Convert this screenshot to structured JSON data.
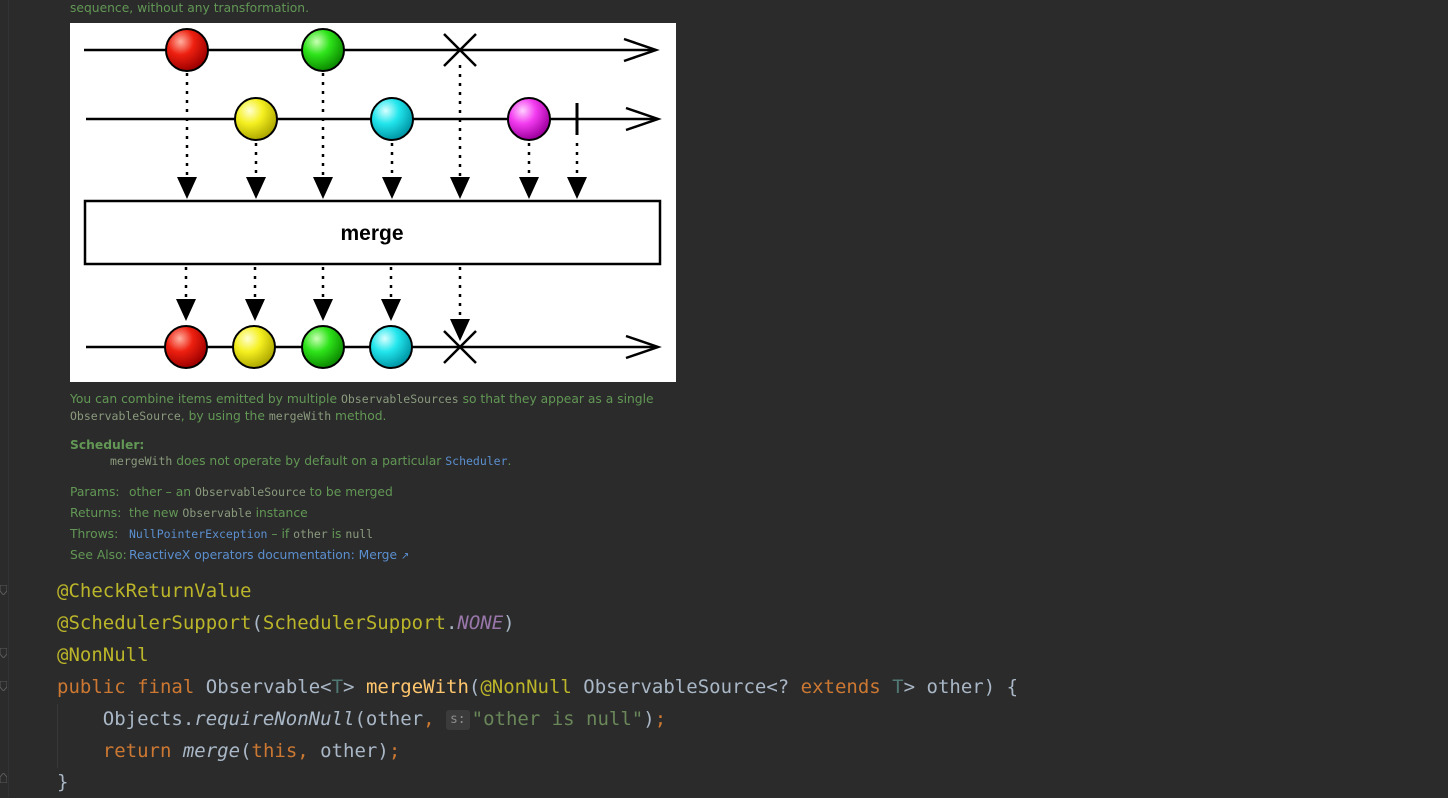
{
  "doc": {
    "top_line": "sequence, without any transformation.",
    "diagram": {
      "operator_label": "merge"
    },
    "description_part1": "You can combine items emitted by multiple ",
    "description_code1": "ObservableSources",
    "description_part2": " so that they appear as a single",
    "description_code2": "ObservableSource",
    "description_part3": ", by using the ",
    "description_code3": "mergeWith",
    "description_part4": " method.",
    "scheduler_heading": "Scheduler:",
    "scheduler_code": "mergeWith",
    "scheduler_text": " does not operate by default on a particular ",
    "scheduler_link": "Scheduler",
    "scheduler_end": ".",
    "params_label": "Params:",
    "params_text1": "other – an ",
    "params_code": "ObservableSource",
    "params_text2": " to be merged",
    "returns_label": "Returns:",
    "returns_text1": "the new ",
    "returns_code": "Observable",
    "returns_text2": " instance",
    "throws_label": "Throws:",
    "throws_link": "NullPointerException",
    "throws_text1": " – if ",
    "throws_code1": "other",
    "throws_text2": " is ",
    "throws_code2": "null",
    "see_also_label": "See Also:",
    "see_also_link": "ReactiveX operators documentation: Merge",
    "see_also_arrow": "↗"
  },
  "code": {
    "line1_ann": "@CheckReturnValue",
    "line2_ann": "@SchedulerSupport",
    "line2_paren_open": "(",
    "line2_class": "SchedulerSupport",
    "line2_dot": ".",
    "line2_const": "NONE",
    "line2_paren_close": ")",
    "line3_ann": "@NonNull",
    "line4_public": "public",
    "line4_final": "final",
    "line4_type": "Observable<",
    "line4_T1": "T",
    "line4_type_close": "> ",
    "line4_method": "mergeWith",
    "line4_paren": "(",
    "line4_ann": "@NonNull",
    "line4_param_type": " ObservableSource<? ",
    "line4_extends": "extends",
    "line4_T2": "T",
    "line4_rest": "> other) {",
    "line5_obj": "Objects.",
    "line5_call": "requireNonNull",
    "line5_args": "(other",
    "line5_comma": ",",
    "line5_hint": "s:",
    "line5_str": "\"other is null\"",
    "line5_close": ")",
    "line5_semi": ";",
    "line6_return": "return",
    "line6_call": "merge",
    "line6_open": "(",
    "line6_this": "this",
    "line6_comma": ",",
    "line6_rest": " other)",
    "line6_semi": ";",
    "line7_brace": "}"
  }
}
